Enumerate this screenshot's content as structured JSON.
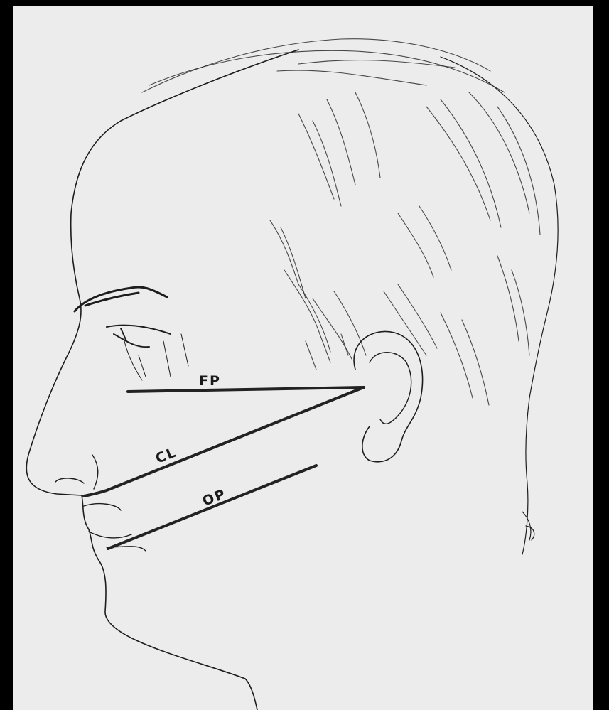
{
  "diagram": {
    "lines": [
      {
        "id": "fp",
        "label": "FP"
      },
      {
        "id": "cl",
        "label": "CL"
      },
      {
        "id": "op",
        "label": "OP"
      }
    ]
  },
  "colors": {
    "background": "#000000",
    "paper": "#ececec",
    "ink": "#1d1d1d"
  }
}
